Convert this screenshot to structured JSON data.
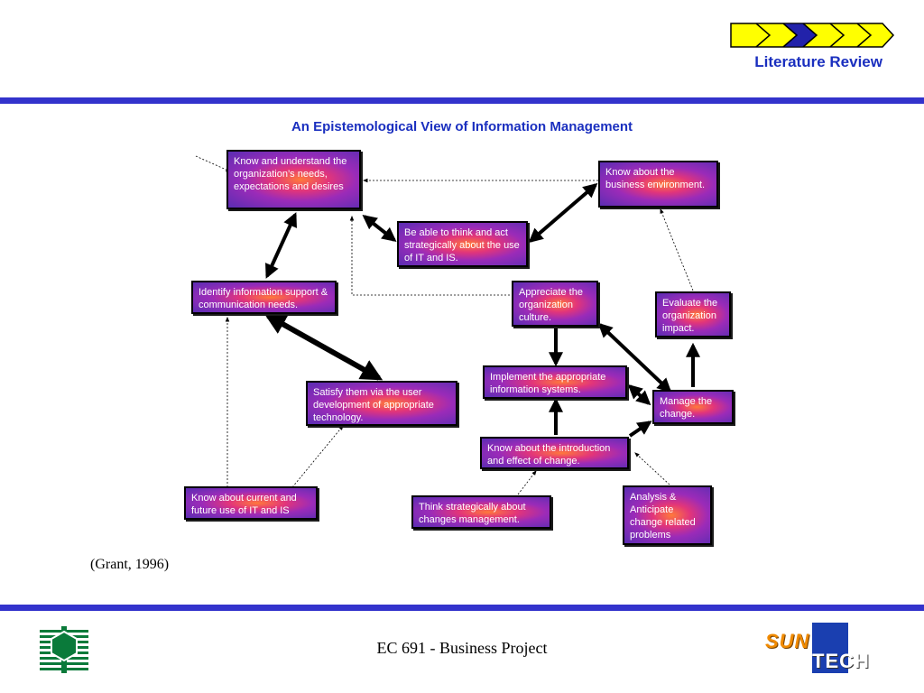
{
  "header": {
    "section_title": "Literature Review"
  },
  "diagram": {
    "title": "An Epistemological View of Information Management",
    "nodes": {
      "know_understand": "Know and understand the organization’s needs, expectations and desires",
      "know_business": "Know about the business environment.",
      "think_strategically_it": "Be able to think and act strategically about the use of IT and IS.",
      "identify_info": "Identify information support & communication needs.",
      "appreciate_culture": "Appreciate the organization culture.",
      "evaluate_impact": "Evaluate the organization impact.",
      "implement_systems": "Implement the appropriate information systems.",
      "satisfy_users": "Satisfy them via the user development of appropriate technology.",
      "manage_change": "Manage the change.",
      "know_change": "Know about the introduction and effect of change.",
      "know_current_future": "Know about current and future use of IT and IS",
      "think_change_mgmt": "Think strategically about changes management.",
      "analysis_anticipate": "Analysis  & Anticipate change related problems"
    },
    "citation": "(Grant, 1996)"
  },
  "footer": {
    "text": "EC 691 - Business Project",
    "right_logo_top": "SUN",
    "right_logo_bottom": "TECH"
  },
  "colors": {
    "accent_blue": "#3333cc",
    "title_blue": "#1a2fbf",
    "chevron_yellow": "#ffff00",
    "chevron_blue": "#2222aa",
    "logo_green": "#0a7a3a",
    "logo_orange": "#f08a00"
  },
  "icons": [
    "progress-chevrons-icon",
    "institution-logo-icon",
    "suntech-logo-icon"
  ]
}
